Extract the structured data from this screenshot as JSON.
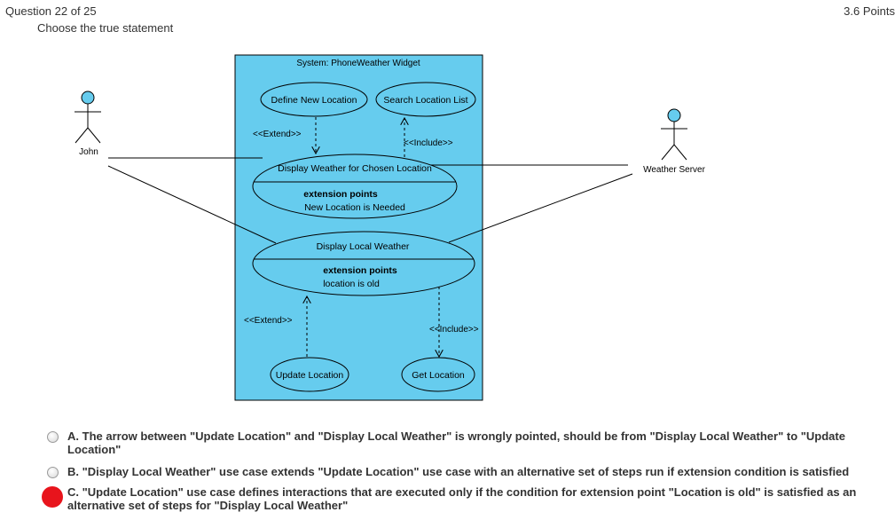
{
  "header": {
    "question_number": "Question 22 of 25",
    "points": "3.6 Points",
    "prompt": "Choose the true statement"
  },
  "diagram": {
    "system_label": "System: PhoneWeather Widget",
    "system_color": "#66ccee",
    "actors": [
      {
        "name": "John"
      },
      {
        "name": "Weather Server"
      }
    ],
    "use_cases": {
      "define_new_location": "Define New Location",
      "search_location_list": "Search Location List",
      "display_weather_chosen": {
        "name": "Display Weather for Chosen Location",
        "ext_title": "extension points",
        "ext_point": "New Location is Needed"
      },
      "display_local_weather": {
        "name": "Display Local Weather",
        "ext_title": "extension points",
        "ext_point": "location is old"
      },
      "update_location": "Update Location",
      "get_location": "Get Location"
    },
    "labels": {
      "extend_top": "<<Extend>>",
      "include_top": "<<Include>>",
      "extend_bottom": "<<Extend>>",
      "include_bottom": "<<Include>>"
    }
  },
  "answers": [
    {
      "letter": "A.",
      "text": "The arrow between \"Update Location\" and \"Display Local Weather\" is wrongly pointed, should be from \"Display Local Weather\" to \"Update Location\"",
      "selected": false
    },
    {
      "letter": "B.",
      "text": "\"Display Local Weather\" use case extends \"Update Location\" use case with an alternative set of steps run if extension condition is satisfied",
      "selected": false
    },
    {
      "letter": "C.",
      "text": "\"Update Location\" use case defines interactions that are executed only if the condition for extension point \"Location is old\" is satisfied as an alternative set of steps for \"Display Local Weather\"",
      "selected": true
    }
  ],
  "colors": {
    "selected_radio": "#e8141c",
    "text": "#333333"
  }
}
